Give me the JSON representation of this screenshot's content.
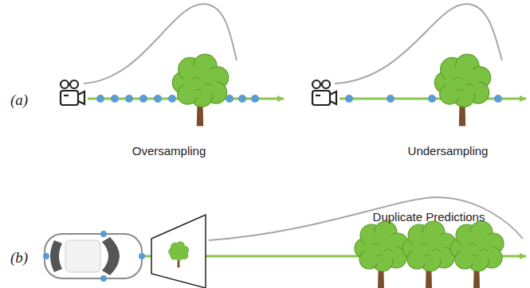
{
  "diagram": {
    "labels": [
      "(a)",
      "Oversampling",
      "Undersampling",
      "(b)",
      "Duplicate Predictions"
    ]
  }
}
